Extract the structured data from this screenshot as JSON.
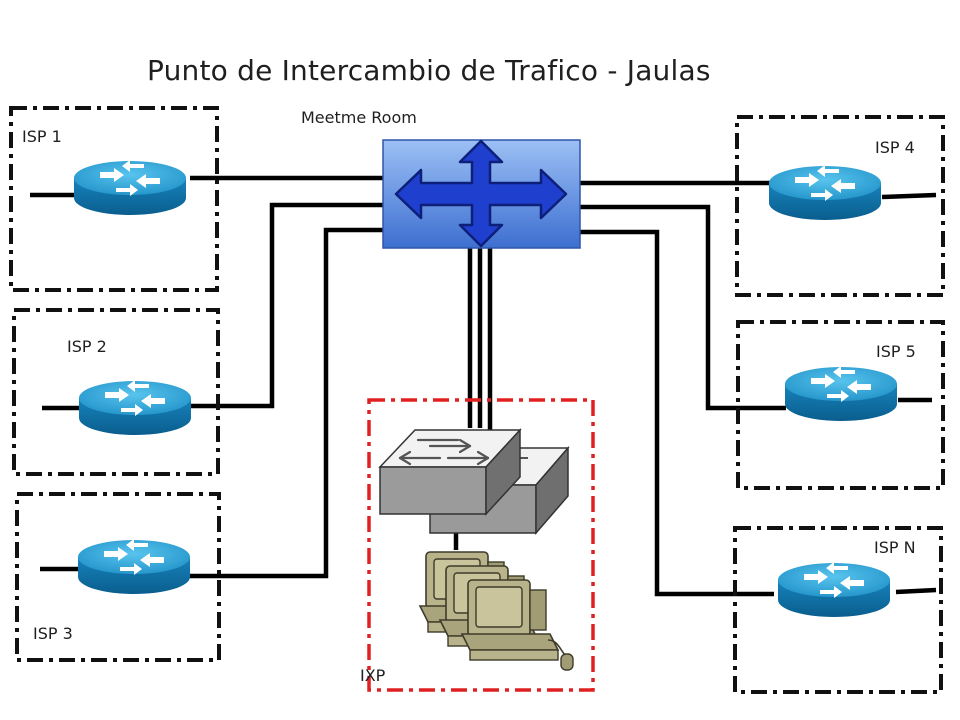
{
  "title": "Punto de Intercambio de Trafico - Jaulas",
  "meetme_room": {
    "label": "Meetme Room"
  },
  "isps": [
    {
      "label": "ISP 1"
    },
    {
      "label": "ISP 2"
    },
    {
      "label": "ISP 3"
    },
    {
      "label": "ISP 4"
    },
    {
      "label": "ISP 5"
    },
    {
      "label": "ISP N"
    }
  ],
  "ixp": {
    "label": "IXP"
  },
  "colors": {
    "cage_border": "#111111",
    "ixp_border": "#e02020",
    "router_top": "#2aa3d6",
    "router_side": "#0f6fa3",
    "switch_bg": "#5b8ee0",
    "arrows": "#1f3fcf",
    "cable": "#000000",
    "workstation": "#b9b48a"
  }
}
